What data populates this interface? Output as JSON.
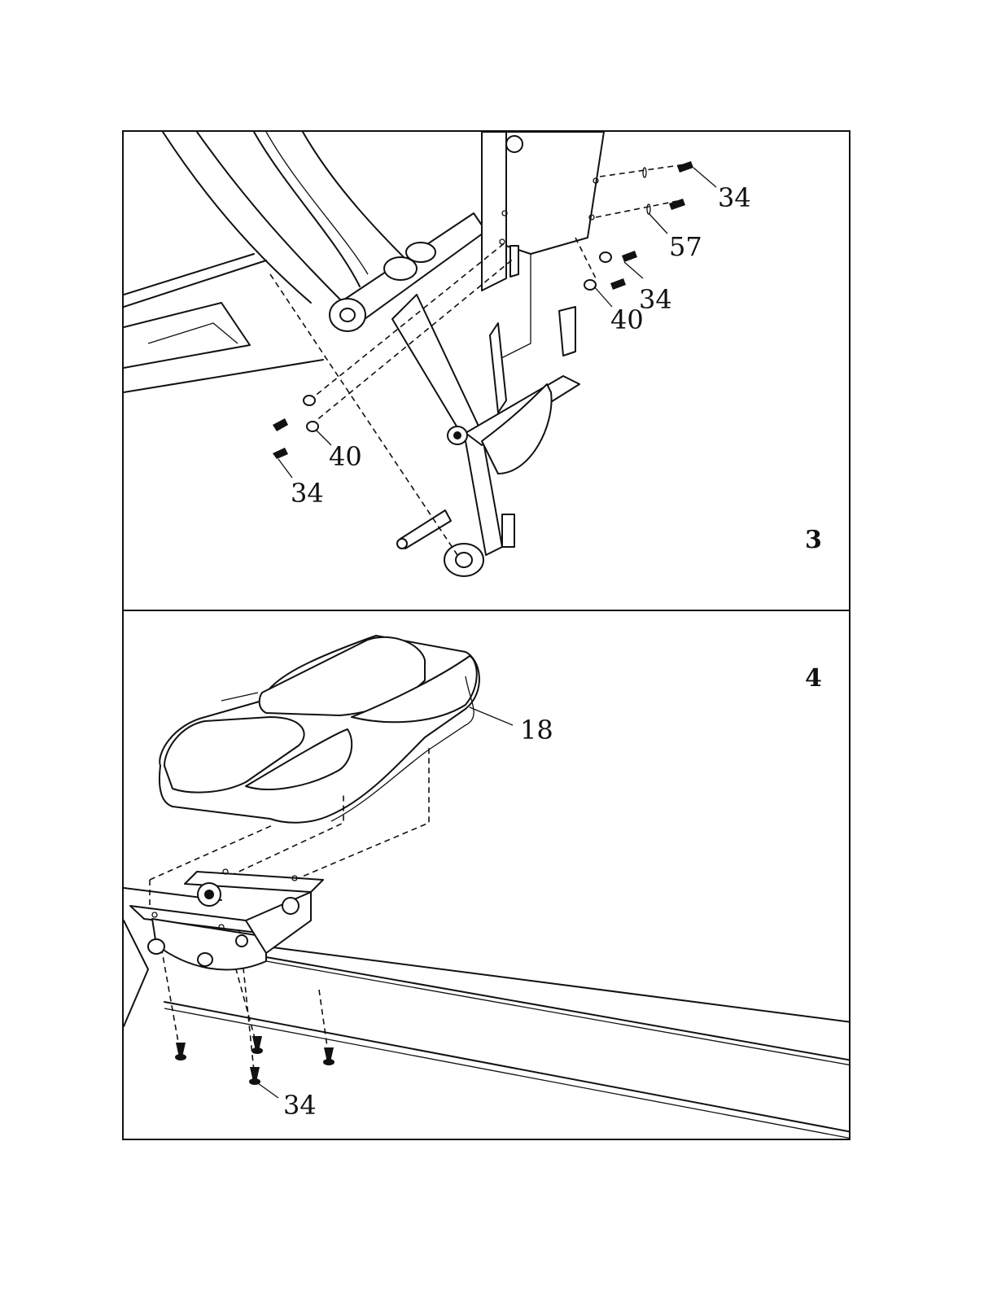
{
  "steps": [
    {
      "number": "3",
      "callouts": [
        {
          "id": "c3a",
          "text": "34"
        },
        {
          "id": "c3b",
          "text": "57"
        },
        {
          "id": "c3c",
          "text": "34"
        },
        {
          "id": "c3d",
          "text": "40"
        },
        {
          "id": "c3e",
          "text": "40"
        },
        {
          "id": "c3f",
          "text": "34"
        }
      ]
    },
    {
      "number": "4",
      "callouts": [
        {
          "id": "c4a",
          "text": "18"
        },
        {
          "id": "c4b",
          "text": "34"
        }
      ]
    }
  ]
}
